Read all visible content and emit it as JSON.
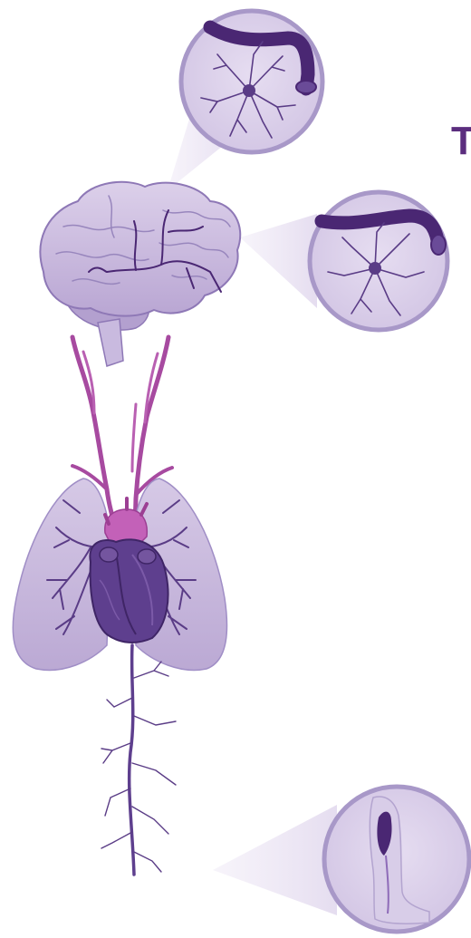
{
  "title_fragment": "T",
  "colors": {
    "vessel_purple": "#4a2773",
    "vessel_pink": "#b24aa8",
    "brain_lavender": "#cbbbe0",
    "lung_lavender": "#c9b8de",
    "heart_dark": "#5e3f8e",
    "aorta_pink": "#c361b8",
    "lens_fill": "#dcd1ea",
    "lens_border": "#a898c8",
    "cell": "#5a3c86",
    "title": "#5b2d7e"
  },
  "icons": [
    "magnifier-vessel-cell",
    "brain",
    "neck-arteries",
    "lungs",
    "heart",
    "leg-vessels",
    "magnifier-leg"
  ]
}
